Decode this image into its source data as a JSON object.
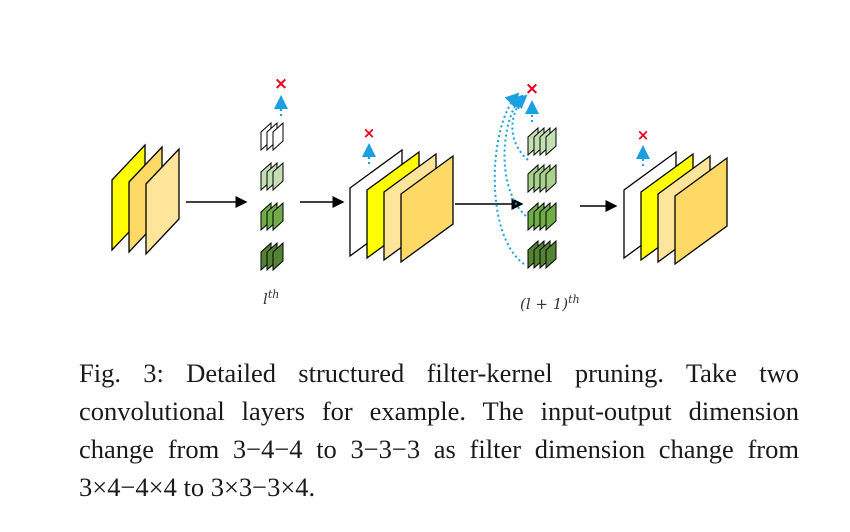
{
  "figure": {
    "label_layer_l_base": "l",
    "label_layer_l_sup": "th",
    "label_layer_l1_base": "(l + 1)",
    "label_layer_l1_sup": "th",
    "prune_mark": "×",
    "colors": {
      "yellow": "#ffff00",
      "light_orange": "#ffd966",
      "pale_yellow": "#ffe599",
      "light_green": "#c5dfb4",
      "mid_green": "#8cc168",
      "mid_green2": "#70ad47",
      "dark_green": "#548235",
      "prune_red": "#e8001c",
      "arrow_blue": "#1aa0e0"
    }
  },
  "caption": {
    "text": "Fig. 3: Detailed structured filter-kernel pruning. Take two convolutional layers for example. The input-output dimension change from 3−4−4 to 3−3−3 as filter dimension change from 3×4−4×4 to 3×3−3×4."
  }
}
